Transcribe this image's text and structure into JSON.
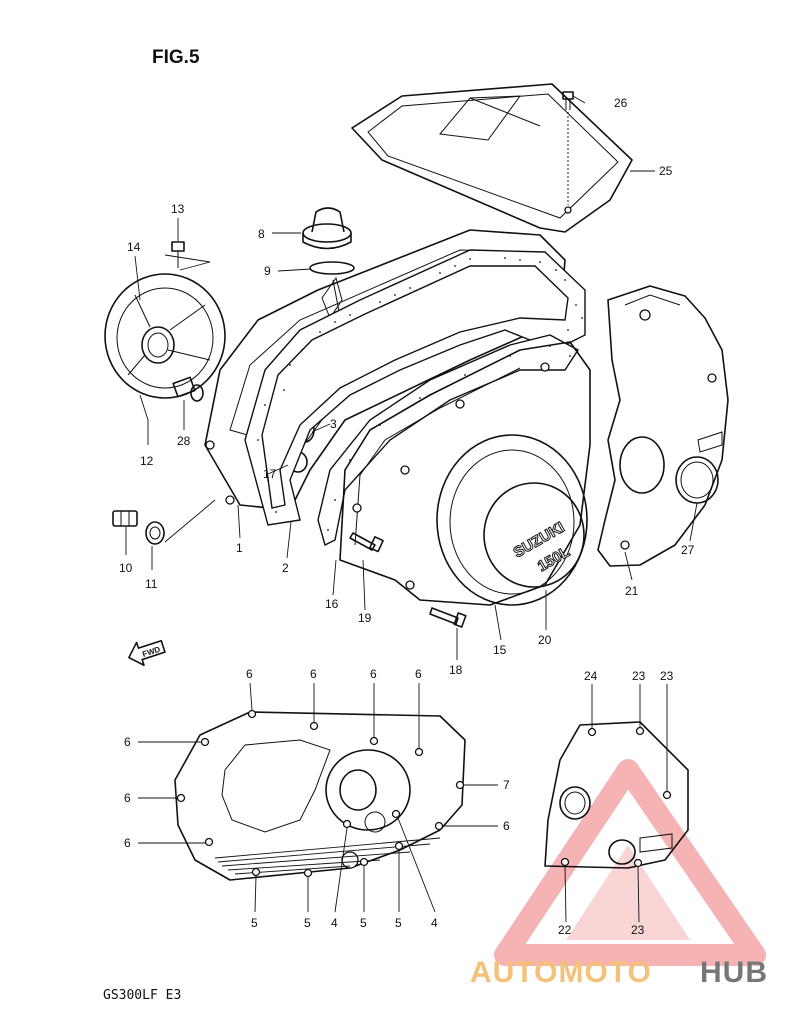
{
  "figure_title": "FIG.5",
  "model_code": "GS300LF  E3",
  "fwd_label": "FWD",
  "cover_lettering": [
    "SUZUKI",
    "150L"
  ],
  "watermark": {
    "word_part1": "AUTOMOTO",
    "word_part2": "HUB",
    "color_part1": "#f5c07a",
    "color_part2": "#777777",
    "triangle_color": "#f4a6a6"
  },
  "callouts": {
    "c1": "1",
    "c2": "2",
    "c3": "3",
    "c4a": "4",
    "c4b": "4",
    "c5a": "5",
    "c5b": "5",
    "c5c": "5",
    "c5d": "5",
    "c6a": "6",
    "c6b": "6",
    "c6c": "6",
    "c6d": "6",
    "c6e": "6",
    "c6f": "6",
    "c6g": "6",
    "c6h": "6",
    "c7": "7",
    "c8": "8",
    "c9": "9",
    "c10": "10",
    "c11": "11",
    "c12": "12",
    "c13": "13",
    "c14": "14",
    "c15": "15",
    "c16": "16",
    "c17": "17",
    "c18": "18",
    "c19": "19",
    "c20": "20",
    "c21": "21",
    "c22": "22",
    "c23a": "23",
    "c23b": "23",
    "c23c": "23",
    "c24": "24",
    "c25": "25",
    "c26": "26",
    "c27": "27",
    "c28": "28"
  }
}
